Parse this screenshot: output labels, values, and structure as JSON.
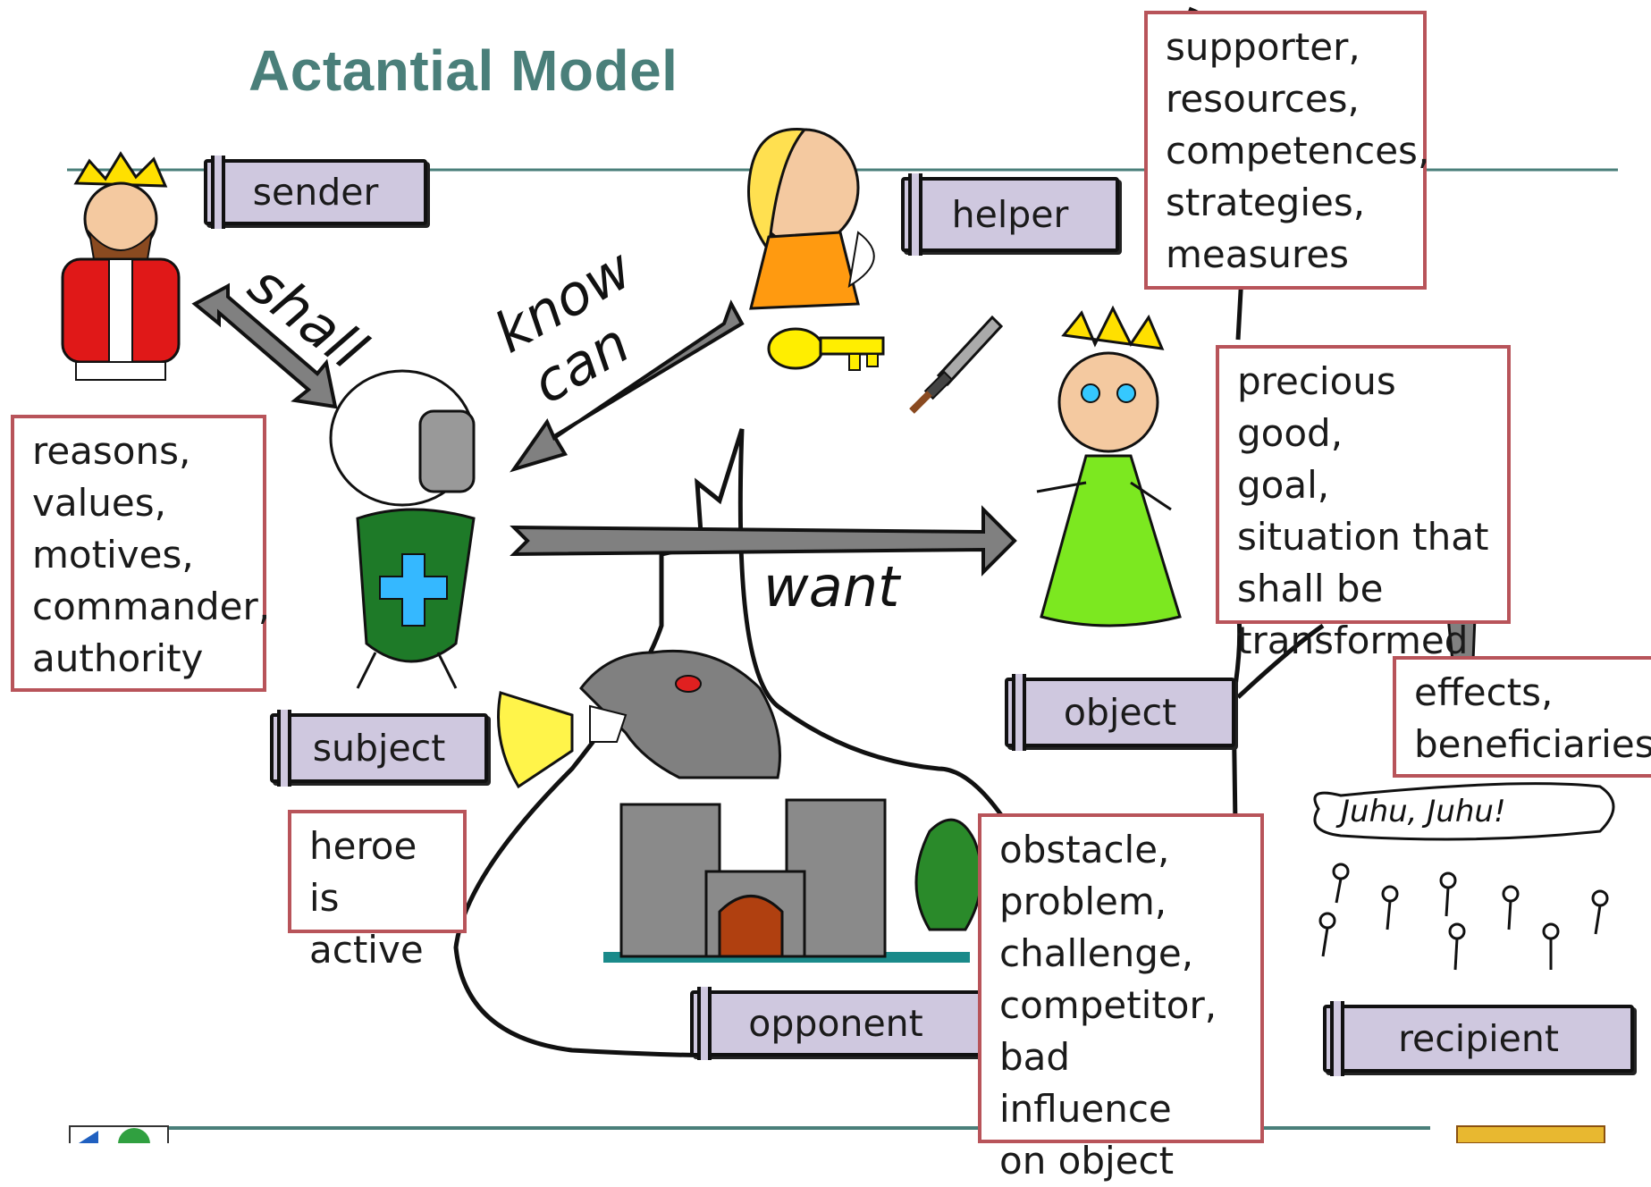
{
  "title": "Actantial Model",
  "roles": {
    "sender": "sender",
    "helper": "helper",
    "subject": "subject",
    "object": "object",
    "opponent": "opponent",
    "recipient": "recipient"
  },
  "verbs": {
    "shall": "shall",
    "know": "know",
    "can": "can",
    "want": "want"
  },
  "boxes": {
    "helper_desc": "supporter,\nresources,\ncompetences,\nstrategies,\nmeasures",
    "sender_desc": "reasons,\nvalues,\nmotives,\ncommander,\nauthority",
    "object_desc": "precious good,\ngoal,\nsituation that\nshall be\ntransformed",
    "recipient_desc": "effects,\nbeneficiaries",
    "subject_desc": "heroe\nis active",
    "opponent_desc": "obstacle,\nproblem,\nchallenge,\ncompetitor,\nbad influence\non object"
  },
  "crowd_speech": "Juhu, Juhu!",
  "colors": {
    "title": "#4a7f7a",
    "line": "#4a7f7a",
    "scroll": "#cfc8df",
    "box_border": "#b8545a",
    "arrow": "#808080"
  }
}
